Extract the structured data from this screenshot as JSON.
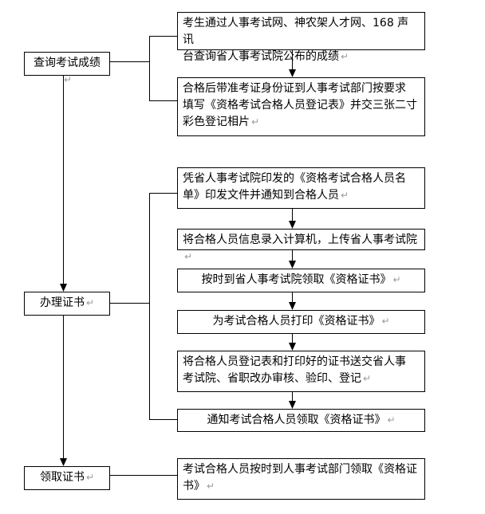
{
  "diagram": {
    "type": "flowchart",
    "background_color": "#ffffff",
    "border_color": "#000000",
    "text_color": "#000000",
    "return_mark": "↵",
    "return_mark_color": "#999999",
    "stages": [
      {
        "label": "查询考试成绩",
        "steps": [
          "考生通过人事考试网、神农架人才网、168 声讯\n台查询省人事考试院公布的成绩",
          "合格后带准考证身份证到人事考试部门按要求\n填写《资格考试合格人员登记表》并交三张二寸\n彩色登记相片"
        ]
      },
      {
        "label": "办理证书",
        "steps": [
          "凭省人事考试院印发的《资格考试合格人员名\n单》印发文件并通知到合格人员",
          "将合格人员信息录入计算机，上传省人事考试院",
          "按时到省人事考试院领取《资格证书》",
          "为考试合格人员打印《资格证书》",
          "将合格人员登记表和打印好的证书送交省人事\n考试院、省职改办审核、验印、登记",
          "通知考试合格人员领取《资格证书》"
        ]
      },
      {
        "label": "领取证书",
        "steps": [
          "考试合格人员按时到人事考试部门领取《资格证\n书》"
        ]
      }
    ]
  }
}
